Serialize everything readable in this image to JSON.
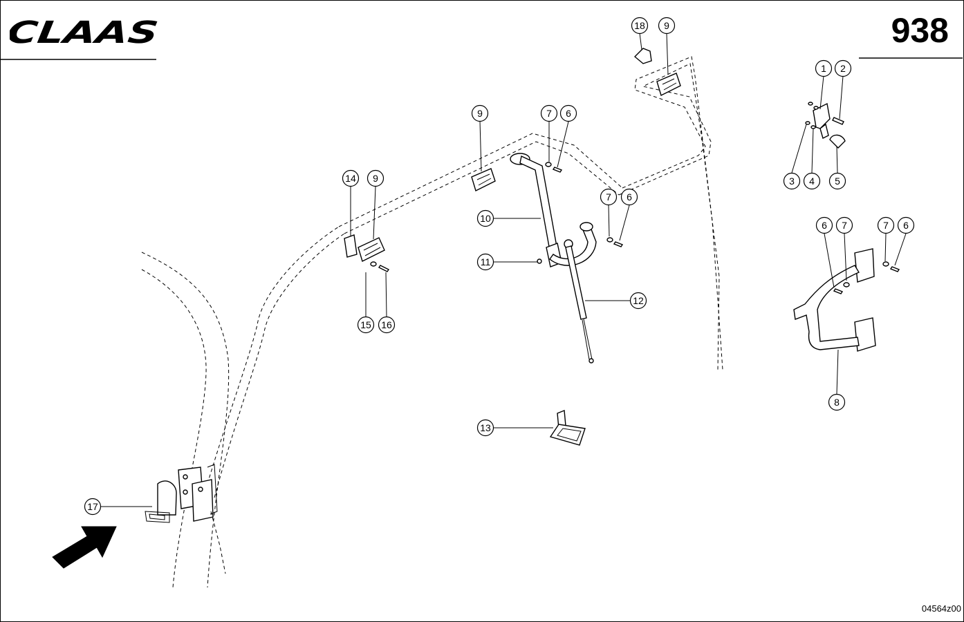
{
  "header": {
    "brand_logo": "CLAAS",
    "page_number": "938"
  },
  "footer": {
    "drawing_code": "04564z00"
  },
  "icons": {
    "view_arrow": "arrow-up-right-icon"
  },
  "callouts": [
    {
      "id": "c18",
      "label": "18"
    },
    {
      "id": "c9a",
      "label": "9"
    },
    {
      "id": "c1",
      "label": "1"
    },
    {
      "id": "c2",
      "label": "2"
    },
    {
      "id": "c3",
      "label": "3"
    },
    {
      "id": "c4",
      "label": "4"
    },
    {
      "id": "c5",
      "label": "5"
    },
    {
      "id": "c9b",
      "label": "9"
    },
    {
      "id": "c7a",
      "label": "7"
    },
    {
      "id": "c6a",
      "label": "6"
    },
    {
      "id": "c14",
      "label": "14"
    },
    {
      "id": "c9c",
      "label": "9"
    },
    {
      "id": "c10",
      "label": "10"
    },
    {
      "id": "c7b",
      "label": "7"
    },
    {
      "id": "c6b",
      "label": "6"
    },
    {
      "id": "c11",
      "label": "11"
    },
    {
      "id": "c12",
      "label": "12"
    },
    {
      "id": "c15",
      "label": "15"
    },
    {
      "id": "c16",
      "label": "16"
    },
    {
      "id": "c6c",
      "label": "6"
    },
    {
      "id": "c7c",
      "label": "7"
    },
    {
      "id": "c7d",
      "label": "7"
    },
    {
      "id": "c6d",
      "label": "6"
    },
    {
      "id": "c8",
      "label": "8"
    },
    {
      "id": "c13",
      "label": "13"
    },
    {
      "id": "c17",
      "label": "17"
    }
  ]
}
